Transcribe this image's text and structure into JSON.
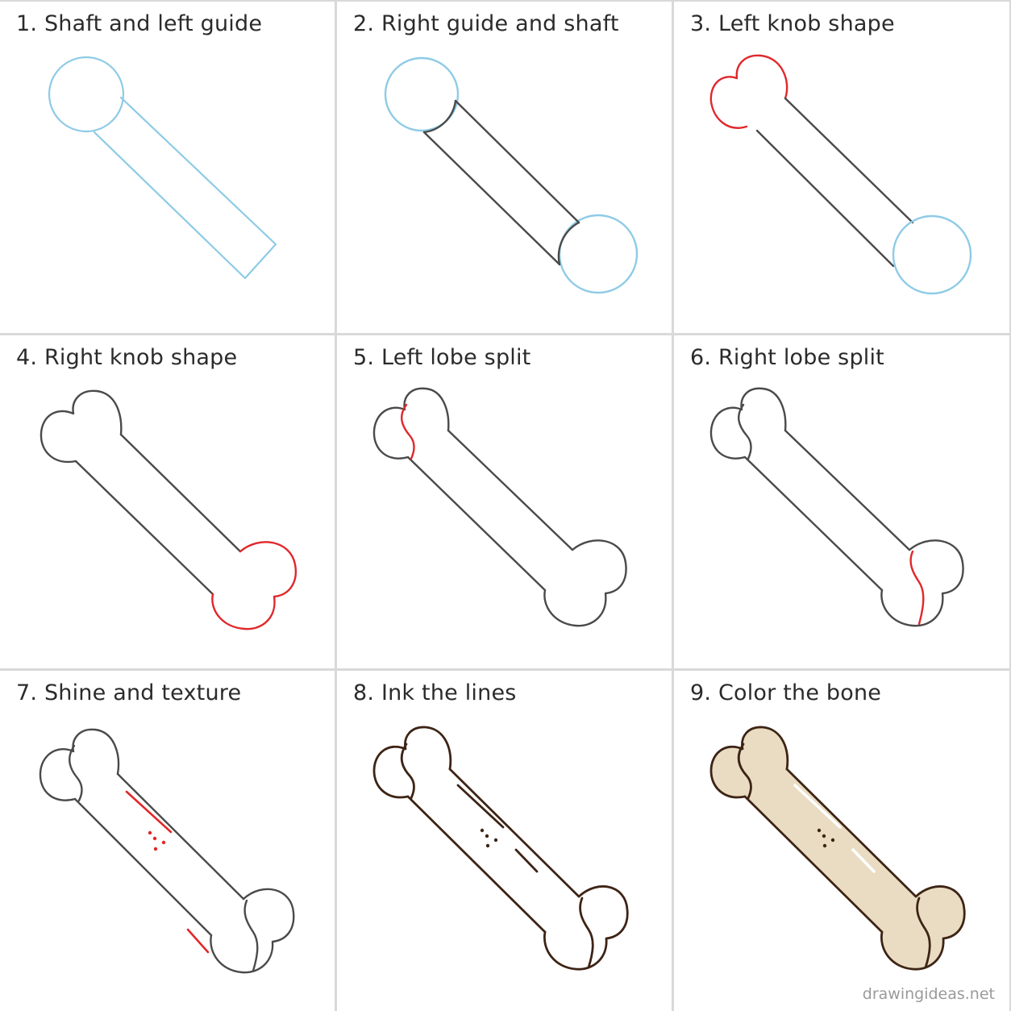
{
  "steps": [
    {
      "title": "1. Shaft and left guide"
    },
    {
      "title": "2. Right guide and shaft"
    },
    {
      "title": "3. Left knob shape"
    },
    {
      "title": "4. Right knob shape"
    },
    {
      "title": "5. Left lobe split"
    },
    {
      "title": "6. Right lobe split"
    },
    {
      "title": "7. Shine and texture"
    },
    {
      "title": "8. Ink the lines"
    },
    {
      "title": "9. Color the bone"
    }
  ],
  "watermark": "drawingideas.net",
  "colors": {
    "guide_blue": "#8ecbe6",
    "pencil_gray": "#4a4a4a",
    "new_red": "#e0282b",
    "ink_brown": "#3d2415",
    "bone_fill": "#eadcc2"
  }
}
